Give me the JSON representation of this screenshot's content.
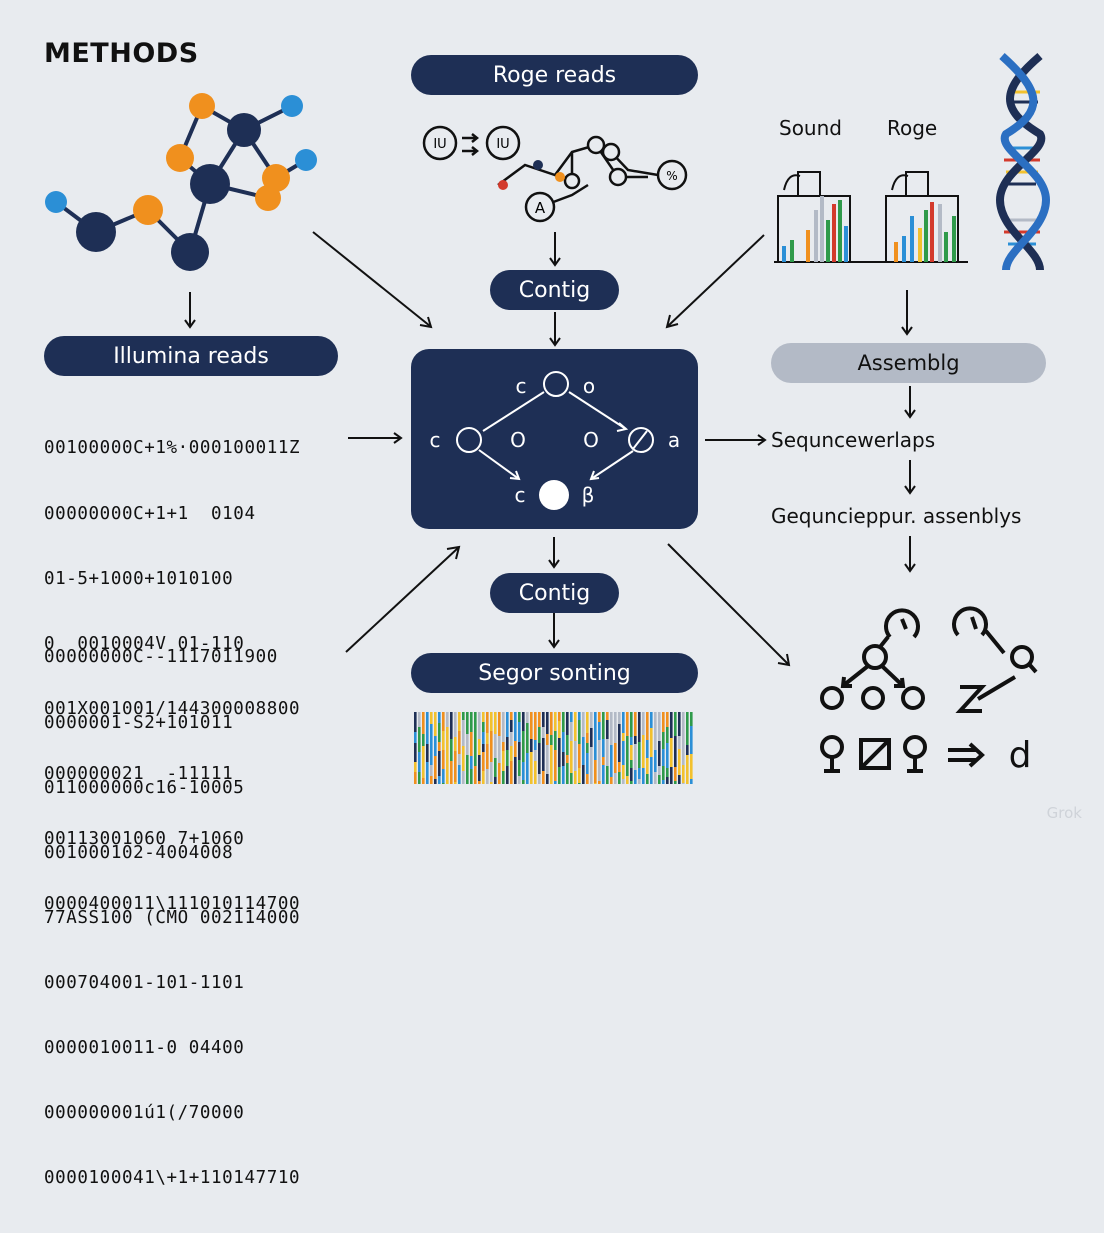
{
  "title": "METHODS",
  "pills": {
    "rogue_reads": "Roge reads",
    "contig_top": "Contig",
    "illumina_reads": "Illumina reads",
    "assembly": "Assemblg",
    "contig_bottom": "Contig",
    "segor_sorting": "Segor sonting"
  },
  "labels": {
    "sound": "Sound",
    "roge": "Roge",
    "sequence_overlaps": "Sequncewerlaps",
    "sequence_assembly": "Gequncieppur. assenblys"
  },
  "top_icons": {
    "box1": "IU",
    "box2": "IU",
    "circle_a": "A",
    "percent": "%"
  },
  "center_graph": {
    "top_left": "c",
    "top_right": "o",
    "mid_left": "c",
    "mid_o1": "O",
    "mid_o2": "O",
    "mid_right": "a",
    "bottom_left": "c",
    "bottom_right": "β"
  },
  "right_bottom_icon": "d",
  "code_block_1": [
    "00100000C+1%·000100011Z",
    "00000000C+1+1  0104",
    "01-5+1000+1010100",
    "0  0010004V 01-110",
    "001X001001/144300008800",
    "000000021  -11111",
    "00113001060 7+1060",
    "0000400011\\111010114700"
  ],
  "code_block_2": [
    "00000000C--1117011900",
    "0000001-S2+101011",
    "011000000c16-10005",
    "001000102-4004008",
    "77ASS100 (CMO 002114000",
    "000704001-101-1101",
    "0000010011-0 04400",
    "000000001ú1(/70000",
    "0000100041\\+1+110147710"
  ],
  "watermark": "Grok",
  "colors": {
    "navy": "#1e2f55",
    "orange": "#f0901e",
    "blue": "#2b8fd6",
    "green": "#2f9a4a",
    "red": "#d33a2c",
    "yellow": "#f2c12e",
    "gray": "#b3bac6"
  }
}
